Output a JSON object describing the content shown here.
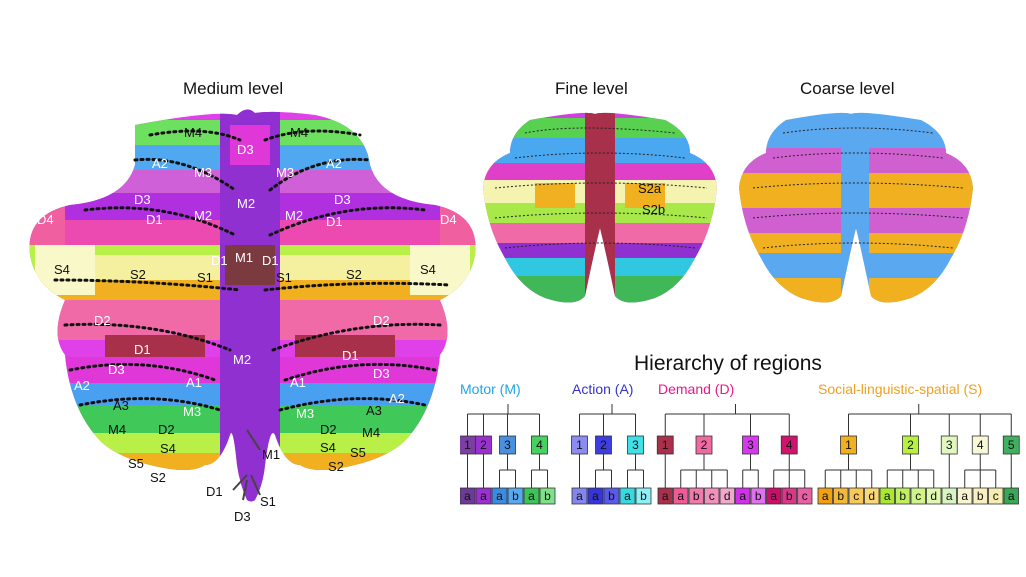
{
  "titles": {
    "medium": "Medium level",
    "fine": "Fine level",
    "coarse": "Coarse level",
    "hierarchy": "Hierarchy of regions"
  },
  "map_labels_left": [
    "M4",
    "A2",
    "D3",
    "D3",
    "M3",
    "D1",
    "M2",
    "M2",
    "D1",
    "M1",
    "S4",
    "S2",
    "S1",
    "D2",
    "D1",
    "D3",
    "A2",
    "A1",
    "A3",
    "M3",
    "M4",
    "D2",
    "S5",
    "S4",
    "S2",
    "M2",
    "M1",
    "D1",
    "D3",
    "S1",
    "D4"
  ],
  "map_labels_right": [
    "M4",
    "A2",
    "M3",
    "D3",
    "D1",
    "M2",
    "D1",
    "S1",
    "S2",
    "S4",
    "D2",
    "D1",
    "D3",
    "A1",
    "A2",
    "M3",
    "A3",
    "M4",
    "D2",
    "S4",
    "S5",
    "S2",
    "D4"
  ],
  "fine_labels": [
    "S2a",
    "S2b"
  ],
  "categories": [
    {
      "name": "Motor (M)",
      "color": "#1fa6e6",
      "top": [
        "1",
        "2",
        "3",
        "4"
      ],
      "top_colors": [
        "#7a3fa0",
        "#9b30d0",
        "#4a8fe0",
        "#46d160"
      ],
      "bottom": [
        "a",
        "a",
        "a",
        "b",
        "a",
        "b"
      ],
      "bottom_colors": [
        "#6d3a96",
        "#9a30d0",
        "#3d8be0",
        "#5aa8f0",
        "#3cc458",
        "#7fe08a"
      ]
    },
    {
      "name": "Action (A)",
      "color": "#3333cc",
      "top": [
        "1",
        "2",
        "3"
      ],
      "top_colors": [
        "#8c8cf0",
        "#3d3de0",
        "#40e0e8"
      ],
      "bottom": [
        "a",
        "a",
        "b",
        "a",
        "b"
      ],
      "bottom_colors": [
        "#8585f0",
        "#3535d8",
        "#5a5ae8",
        "#38d8e0",
        "#8ef0f5"
      ]
    },
    {
      "name": "Demand (D)",
      "color": "#e6198c",
      "top": [
        "1",
        "2",
        "3",
        "4"
      ],
      "top_colors": [
        "#a8304a",
        "#f06aa0",
        "#d838f0",
        "#d0146e"
      ],
      "bottom": [
        "a",
        "a",
        "b",
        "c",
        "d",
        "a",
        "b",
        "a",
        "b",
        "c"
      ],
      "bottom_colors": [
        "#a8304a",
        "#f05a98",
        "#f07aac",
        "#f090bc",
        "#f0a8cc",
        "#d030e8",
        "#e070f0",
        "#c8106a",
        "#d83888",
        "#e860a4"
      ]
    },
    {
      "name": "Social-linguistic-spatial (S)",
      "color": "#f0a020",
      "top": [
        "1",
        "2",
        "3",
        "4",
        "5"
      ],
      "top_colors": [
        "#f0b020",
        "#b8f040",
        "#e0f8c0",
        "#f8f8d8",
        "#40b060"
      ],
      "bottom": [
        "a",
        "b",
        "c",
        "d",
        "a",
        "b",
        "c",
        "d",
        "a",
        "a",
        "b",
        "c",
        "a"
      ],
      "bottom_colors": [
        "#f0a010",
        "#f4b838",
        "#f8c858",
        "#fad878",
        "#a8e830",
        "#c0f060",
        "#d0f488",
        "#e0f8b0",
        "#d8f4c0",
        "#f8f4d0",
        "#f8f0c0",
        "#f4ecb0",
        "#38a858"
      ]
    }
  ]
}
